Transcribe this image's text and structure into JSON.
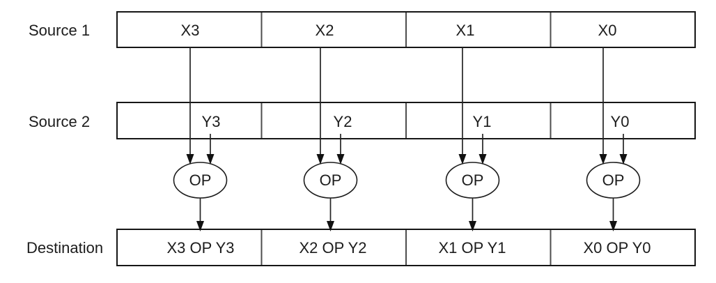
{
  "diagram_type": "simd-packed-operation",
  "rows": {
    "source1": {
      "label": "Source 1",
      "cells": [
        "X3",
        "X2",
        "X1",
        "X0"
      ]
    },
    "source2": {
      "label": "Source 2",
      "cells": [
        "Y3",
        "Y2",
        "Y1",
        "Y0"
      ]
    },
    "destination": {
      "label": "Destination",
      "cells": [
        "X3 OP Y3",
        "X2 OP Y2",
        "X1 OP Y1",
        "X0 OP Y0"
      ]
    }
  },
  "operators": {
    "labels": [
      "OP",
      "OP",
      "OP",
      "OP"
    ]
  },
  "colors": {
    "background": "#ffffff",
    "register_border": "#161616",
    "cell_divider": "#4d4d4d",
    "arrow": "#242424",
    "text": "#1c1c1c"
  }
}
